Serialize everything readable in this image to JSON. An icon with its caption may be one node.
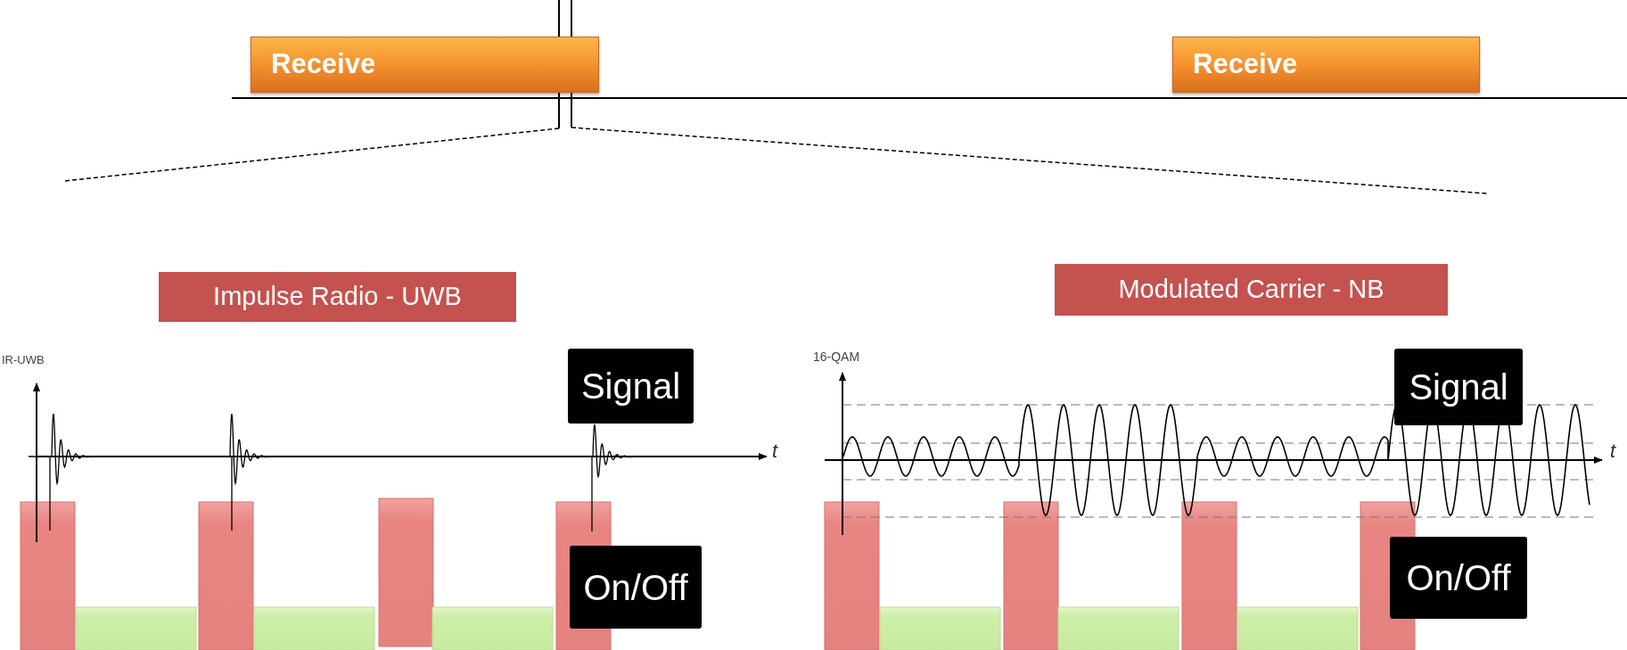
{
  "diagram": {
    "nodes": [
      {
        "text": [
          "Receive"
        ]
      },
      {
        "text": [
          "Receive"
        ]
      },
      {
        "text": [
          "Impulse Radio - UWB"
        ]
      },
      {
        "text": [
          "Modulated Carrier - NB"
        ]
      },
      {
        "text": [
          "Signal"
        ]
      },
      {
        "text": [
          "On/Off"
        ]
      },
      {
        "text": [
          "Signal"
        ]
      },
      {
        "text": [
          "On/Off"
        ]
      }
    ],
    "labels": [
      "IR-UWB",
      "t",
      "16-QAM",
      "t"
    ]
  }
}
